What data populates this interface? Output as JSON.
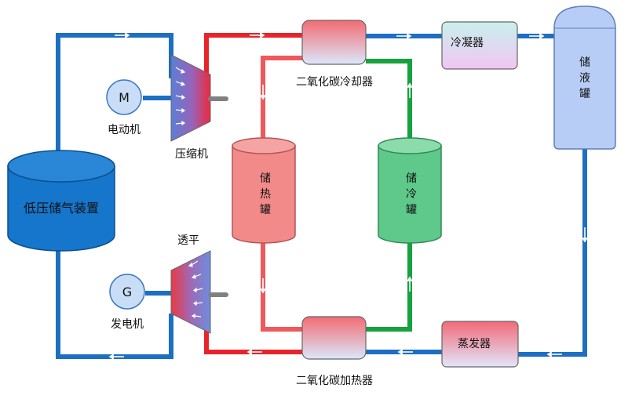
{
  "labels": {
    "motor_symbol": "M",
    "motor": "电动机",
    "compressor": "压缩机",
    "generator_symbol": "G",
    "generator": "发电机",
    "turbine": "透平",
    "gas_storage": "低压储气装置",
    "co2_cooler": "二氧化碳冷却器",
    "co2_heater": "二氧化碳加热器",
    "condenser": "冷凝器",
    "evaporator": "蒸发器",
    "liquid_tank": [
      "储",
      "液",
      "罐"
    ],
    "heat_tank": [
      "储",
      "热",
      "罐"
    ],
    "cold_tank": [
      "储",
      "冷",
      "罐"
    ]
  },
  "colors": {
    "pipe_blue": "#1c6fc2",
    "pipe_red": "#e8242a",
    "pipe_pink": "#f0585c",
    "pipe_green": "#16a23c",
    "shaft_gray": "#808080",
    "gas_storage_fill": "#1576cc",
    "heat_tank_fill": "#f28a8a",
    "cold_tank_fill": "#5ec98a",
    "liquid_tank_fill": "#b7cdf5",
    "motor_fill": "#c9def6"
  }
}
